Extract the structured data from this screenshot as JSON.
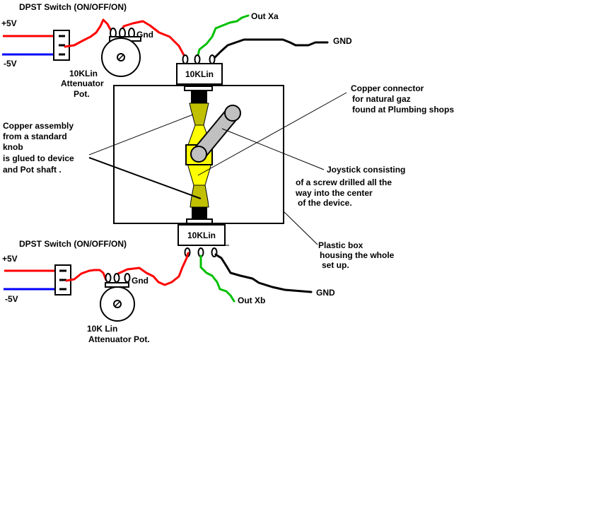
{
  "top_circuit": {
    "switch_title": "DPST Switch (ON/OFF/ON)",
    "plus_label": "+5V",
    "minus_label": "-5V",
    "gnd_label": "Gnd",
    "attenuator_lines": [
      "10KLin",
      "Attenuator",
      "Pot."
    ],
    "main_pot_label": "10KLin",
    "out_label": "Out Xa",
    "ground_label": "GND"
  },
  "bottom_circuit": {
    "switch_title": "DPST Switch (ON/OFF/ON)",
    "plus_label": "+5V",
    "minus_label": "-5V",
    "gnd_label": "Gnd",
    "attenuator_lines": [
      "10K Lin",
      "Attenuator Pot."
    ],
    "main_pot_label": "10KLin",
    "out_label": "Out Xb",
    "ground_label": "GND"
  },
  "annotations": {
    "copper_assembly": [
      "Copper assembly",
      "from a standard",
      "knob",
      "is glued to device",
      "and Pot shaft ."
    ],
    "copper_connector": [
      "Copper connector",
      "for natural gaz",
      "found at Plumbing shops"
    ],
    "joystick": [
      "Joystick consisting",
      "of a screw drilled all the",
      "way into the center",
      "of the device."
    ],
    "plastic_box": [
      "Plastic box",
      "housing the whole",
      "set up."
    ]
  },
  "colors": {
    "positive": "#ff0000",
    "negative": "#0000ff",
    "output": "#00c000",
    "ground": "#000000",
    "copper": "#c0c000",
    "device": "#ffff00",
    "lever": "#c0c0c0"
  }
}
